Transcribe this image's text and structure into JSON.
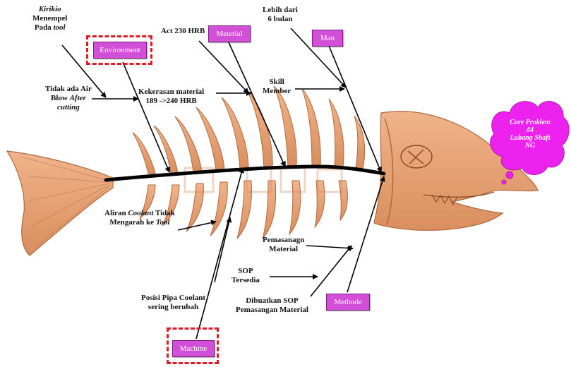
{
  "categories": {
    "environment": "Environment",
    "material": "Meterial",
    "man": "Man",
    "machine": "Machine",
    "method": "Methode"
  },
  "problem": [
    "Core Problem",
    "#4",
    "Lubang Shaft",
    "NG"
  ],
  "causes": {
    "kirikio": {
      "line1_italic": "Kirikio",
      "line2": "Menempel",
      "line3_prefix": "Pada ",
      "line3_italic": "tool"
    },
    "air_blow": {
      "line1": "Tidak ada Air",
      "line2_prefix": "Blow ",
      "line2_italic": "After",
      "line3_italic": "cutting"
    },
    "act_hrb": "Act  230 HRB",
    "hardness": {
      "line1": "Kekerasan material",
      "line2": "189 ->240 HRB"
    },
    "lebih": {
      "line1": "Lebih dari",
      "line2": "6 bulan"
    },
    "skill": {
      "line1": "Skill",
      "line2": "Member"
    },
    "coolant_flow": {
      "line1_prefix": "Aliran ",
      "line1_italic": "Coolant",
      "line1_suffix": " Tidak",
      "line2_prefix": "Mengarah ke ",
      "line2_italic": "Tool"
    },
    "pipa": {
      "line1": "Posisi Pipa Coolant",
      "line2": "sering berubah"
    },
    "pemasangan": {
      "line1": "Pemasanagn",
      "line2": "Material"
    },
    "sop": {
      "line1": "SOP",
      "line2": "Tersedia"
    },
    "dibuatkan": {
      "line1": "Dibuatkan SOP",
      "line2": "Pemasangan Material"
    }
  },
  "colors": {
    "fish_body": "#e6a47a",
    "fish_outline": "#b0683e",
    "spine": "#000000",
    "category_box": "#d24fd8",
    "dashed_highlight": "#e01b24",
    "cloud": "#ee22ee"
  }
}
